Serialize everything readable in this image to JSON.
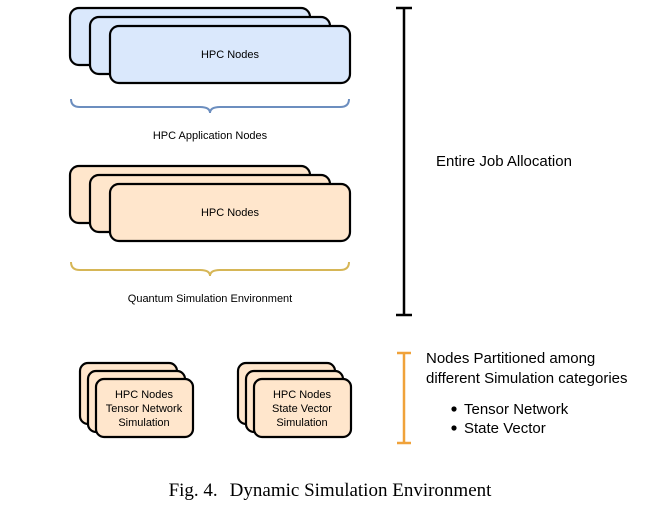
{
  "colors": {
    "blue_fill": "#dae8fc",
    "blue_brace": "#6c8ebf",
    "orange_fill": "#ffe6cc",
    "gold_brace": "#d6b656",
    "orange_bar": "#f0a23a",
    "black": "#000000"
  },
  "hpc_group": {
    "node_label": "HPC Nodes",
    "brace_label": "HPC Application Nodes"
  },
  "quantum_group": {
    "node_label": "HPC Nodes",
    "brace_label": "Quantum Simulation Environment"
  },
  "job_allocation_label": "Entire Job Allocation",
  "tensor_stack": {
    "line1": "HPC Nodes",
    "line2": "Tensor Network",
    "line3": "Simulation"
  },
  "state_stack": {
    "line1": "HPC Nodes",
    "line2": "State Vector",
    "line3": "Simulation"
  },
  "partition": {
    "line1": "Nodes Partitioned among",
    "line2": "different Simulation categories",
    "bullets": [
      "Tensor Network",
      "State Vector"
    ]
  },
  "caption": {
    "fig": "Fig. 4.",
    "title": "Dynamic Simulation Environment"
  }
}
